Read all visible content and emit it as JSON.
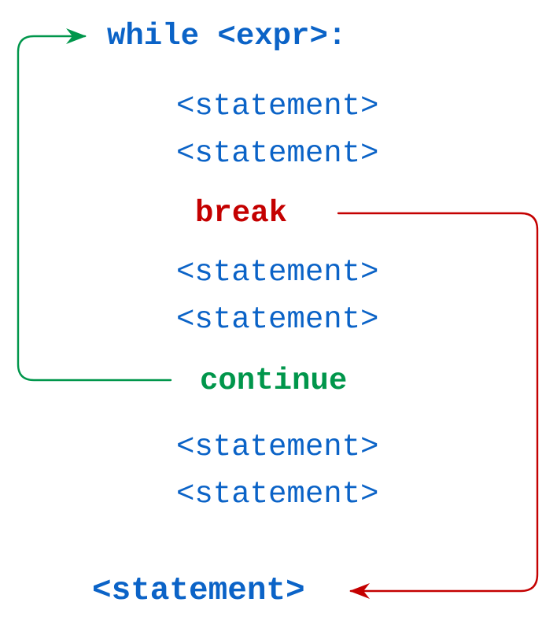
{
  "header": {
    "while_line": "while <expr>:"
  },
  "loop_body": {
    "statement_1": "<statement>",
    "statement_2": "<statement>",
    "break_keyword": "break",
    "statement_3": "<statement>",
    "statement_4": "<statement>",
    "continue_keyword": "continue",
    "statement_5": "<statement>",
    "statement_6": "<statement>"
  },
  "after_loop": {
    "statement": "<statement>"
  },
  "colors": {
    "blue": "#0b63c7",
    "red": "#c40000",
    "green": "#00964b"
  },
  "icons": {
    "continue_arrow": "arrow-right-icon",
    "break_arrow": "arrow-left-icon"
  }
}
